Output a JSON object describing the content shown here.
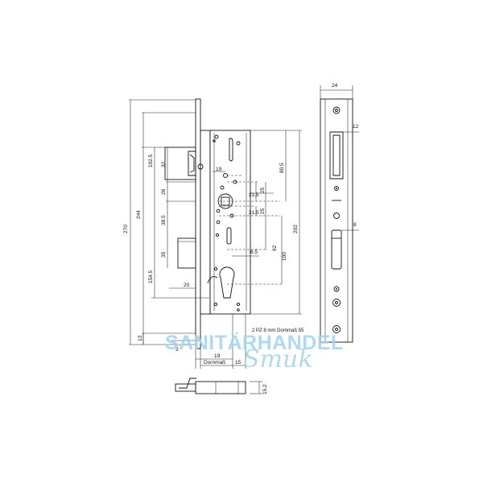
{
  "dimensions": {
    "overall_height": "270",
    "height_244": "244",
    "height_154_5": "154.5",
    "bottom_13": "13",
    "latch_102_5": "102.5",
    "latch_32": "32",
    "gap_28": "28",
    "bolt_38_5": "38.5",
    "bolt_35": "35",
    "bolt_20": "20",
    "plate_19": "19",
    "sq_21_5a": "21.5",
    "sq_25a": "25",
    "sq_21_5b": "21.5",
    "sq_25b": "25",
    "pin_6_5": "6.5",
    "pitch_92": "92",
    "pitch_100": "100",
    "height_80_5": "80.5",
    "height_202": "202",
    "foot_3": "3",
    "foot_19": "19",
    "foot_15": "15",
    "dornmass": "Dornmaß",
    "strike_24": "24",
    "strike_12": "12",
    "strike_8": "8",
    "plan_15_2": "15,2",
    "note": "2 PZ 8 mm Dornmaß 55"
  },
  "watermark": {
    "line1": "SANITÄRHANDEL",
    "line2": "Smuk",
    "color": "#9fd3ef"
  }
}
